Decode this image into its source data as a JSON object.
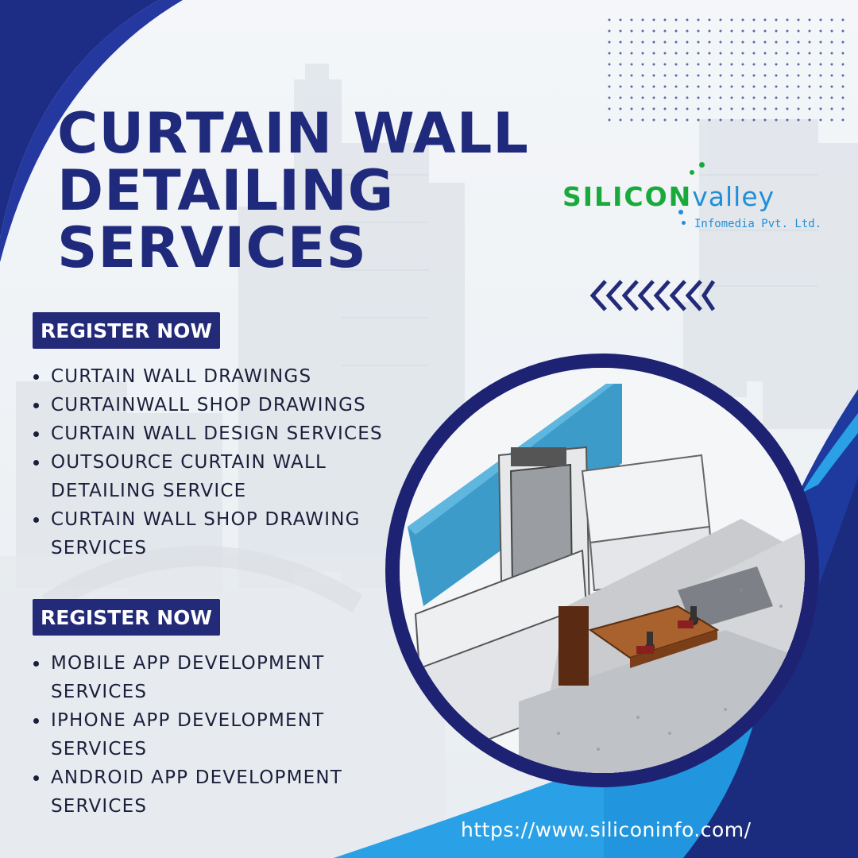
{
  "headline": [
    "CURTAIN WALL",
    "DETAILING",
    "SERVICES"
  ],
  "logo": {
    "word_main": "SILICON",
    "word_accent": "valley",
    "subtitle": "Infomedia Pvt. Ltd."
  },
  "sections": [
    {
      "button_label": "REGISTER NOW",
      "items": [
        "CURTAIN WALL DRAWINGS",
        "CURTAINWALL SHOP DRAWINGS",
        "CURTAIN WALL DESIGN SERVICES",
        "OUTSOURCE CURTAIN WALL DETAILING SERVICE",
        "CURTAIN WALL SHOP DRAWING SERVICES"
      ]
    },
    {
      "button_label": "REGISTER NOW",
      "items": [
        "MOBILE APP DEVELOPMENT SERVICES",
        "IPHONE APP DEVELOPMENT SERVICES",
        "ANDROID APP DEVELOPMENT SERVICES"
      ]
    }
  ],
  "website_url": "https://www.siliconinfo.com/",
  "colors": {
    "navy": "#1f2a7c",
    "button": "#232a78",
    "royal_blue": "#1d3fa8",
    "light_blue": "#2aa0e6",
    "logo_green": "#1aaa3c",
    "logo_blue": "#1f8fd8"
  },
  "icons": [
    "chevron-left-icon",
    "bullet-icon"
  ]
}
